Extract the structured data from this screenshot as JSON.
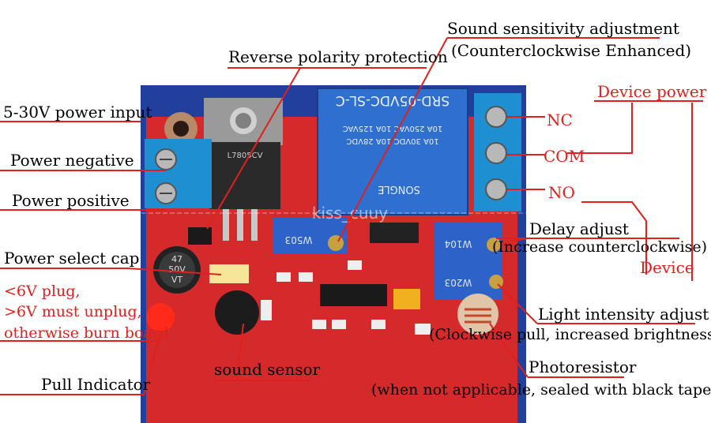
{
  "labels": {
    "power_input": "5-30V power input",
    "power_negative": "Power negative",
    "power_positive": "Power positive",
    "reverse_polarity": "Reverse polarity protection",
    "sound_sensitivity_line1": "Sound sensitivity adjustment",
    "sound_sensitivity_line2": "(Counterclockwise Enhanced)",
    "device_power": "Device power",
    "nc": "NC",
    "com": "COM",
    "no": "NO",
    "delay_adjust_line1": "Delay adjust",
    "delay_adjust_line2": "(Increase counterclockwise)",
    "device": "Device",
    "power_select_cap": "Power select cap",
    "plug_note_line1": "<6V plug,",
    "plug_note_line2": ">6V must unplug,",
    "plug_note_line3": "otherwise burn board",
    "light_intensity_line1": "Light intensity adjust",
    "light_intensity_line2": "(Clockwise pull, increased brightness)",
    "pull_indicator": "Pull Indicator",
    "sound_sensor": "sound sensor",
    "photoresistor_line1": "Photoresistor",
    "photoresistor_line2": "(when not applicable, sealed with black tape)"
  },
  "board_marks": {
    "relay_model": "SRD-05VDC-SL-C",
    "relay_rating1": "10A 250VAC  10A 125VAC",
    "relay_rating2": "10A 30VDC  10A 28VDC",
    "relay_brand": "SONGLE",
    "regulator": "L7805CV",
    "cap_value1": "47",
    "cap_value2": "50V",
    "cap_value3": "VT",
    "pot1": "W503",
    "pot2": "W104",
    "pot3": "W203",
    "watermark": "kiss_cuuy"
  },
  "colors": {
    "board_blue": "#1f3f9e",
    "pcb_red": "#d8262a",
    "terminal_blue": "#1e8fd0",
    "label_red": "#e0201c"
  }
}
